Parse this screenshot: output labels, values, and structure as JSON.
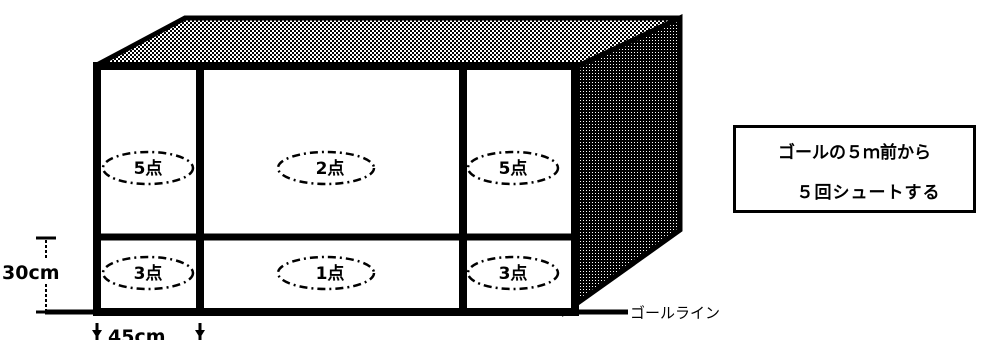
{
  "zones": {
    "upper_left": "5点",
    "upper_center": "2点",
    "upper_right": "5点",
    "lower_left": "3点",
    "lower_center": "1点",
    "lower_right": "3点"
  },
  "dimensions": {
    "height": "30cm",
    "width": "45cm"
  },
  "goal_line_label": "ゴールライン",
  "instructions": {
    "line1": "ゴールの５ｍ前から",
    "line2": "５回シュートする"
  }
}
